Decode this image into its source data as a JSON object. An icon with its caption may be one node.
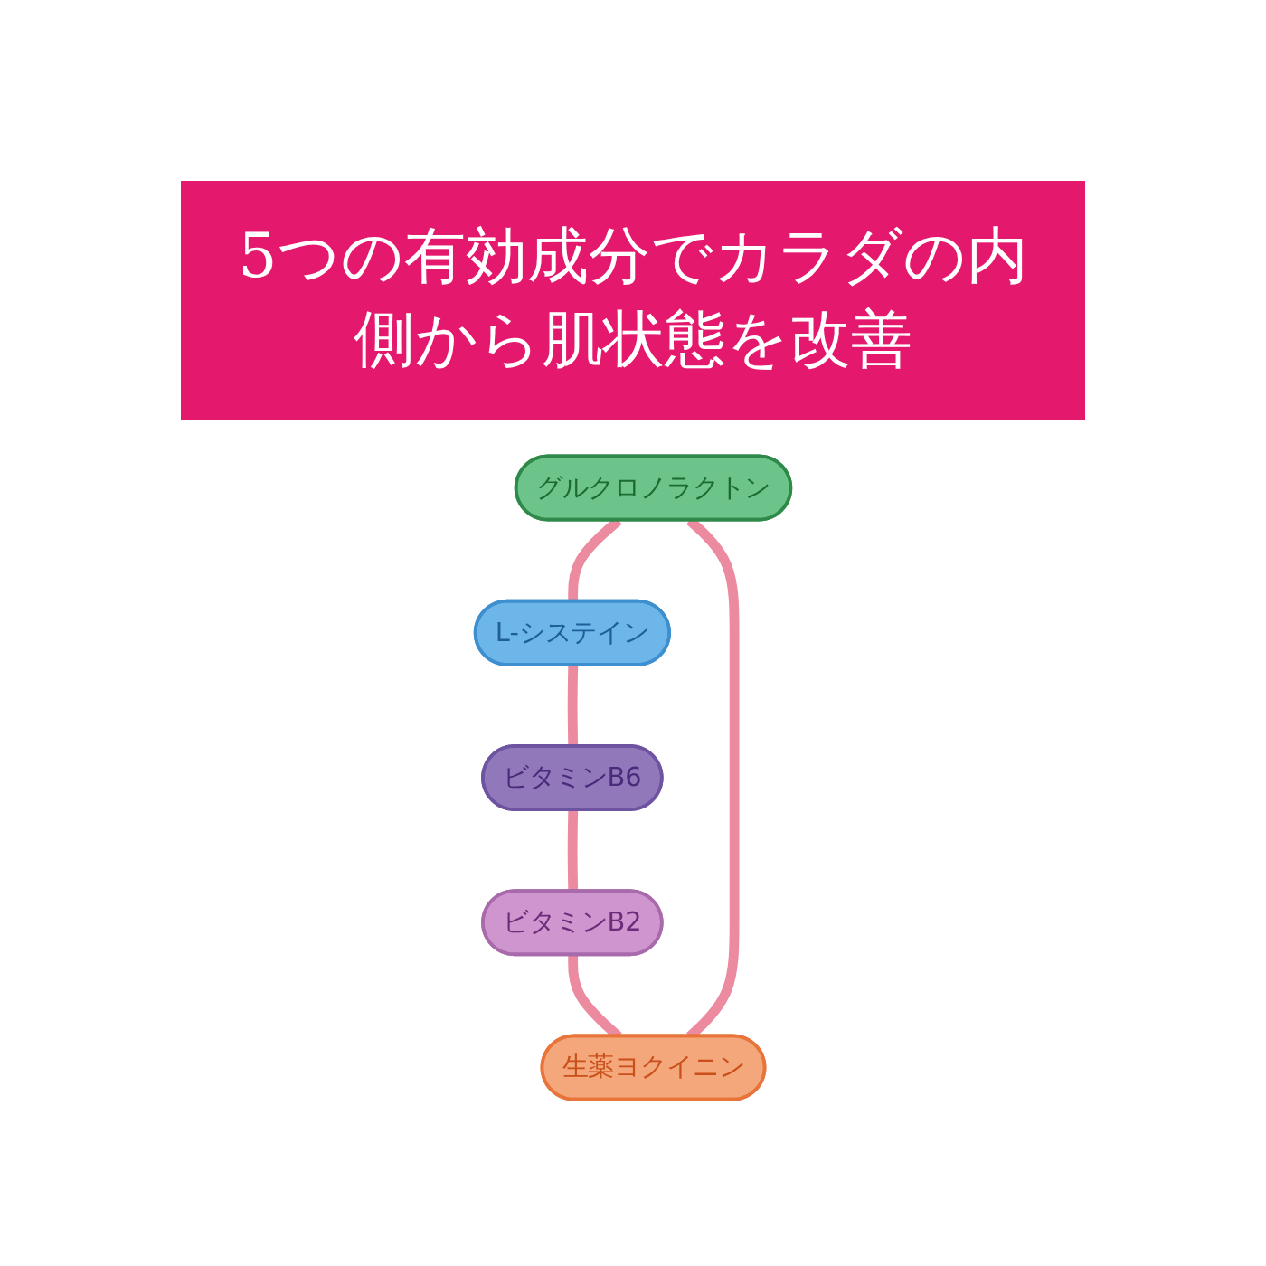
{
  "diagram": {
    "title": "5つの有効成分でカラダの内側から肌状態を改善",
    "nodes": [
      {
        "text": [
          "グルクロノラクトン"
        ]
      },
      {
        "text": [
          "生薬ヨクイニン"
        ]
      },
      {
        "text": [
          "L-システイン"
        ]
      },
      {
        "text": [
          "ビタミンB2"
        ]
      },
      {
        "text": [
          "ビタミンB6"
        ]
      }
    ],
    "edges": [
      {
        "from": 0,
        "to": 2,
        "arrow": "none"
      },
      {
        "from": 2,
        "to": 4,
        "arrow": "none"
      },
      {
        "from": 4,
        "to": 3,
        "arrow": "none"
      },
      {
        "from": 3,
        "to": 1,
        "arrow": "none"
      },
      {
        "from": 1,
        "to": 0,
        "arrow": "none"
      }
    ]
  }
}
